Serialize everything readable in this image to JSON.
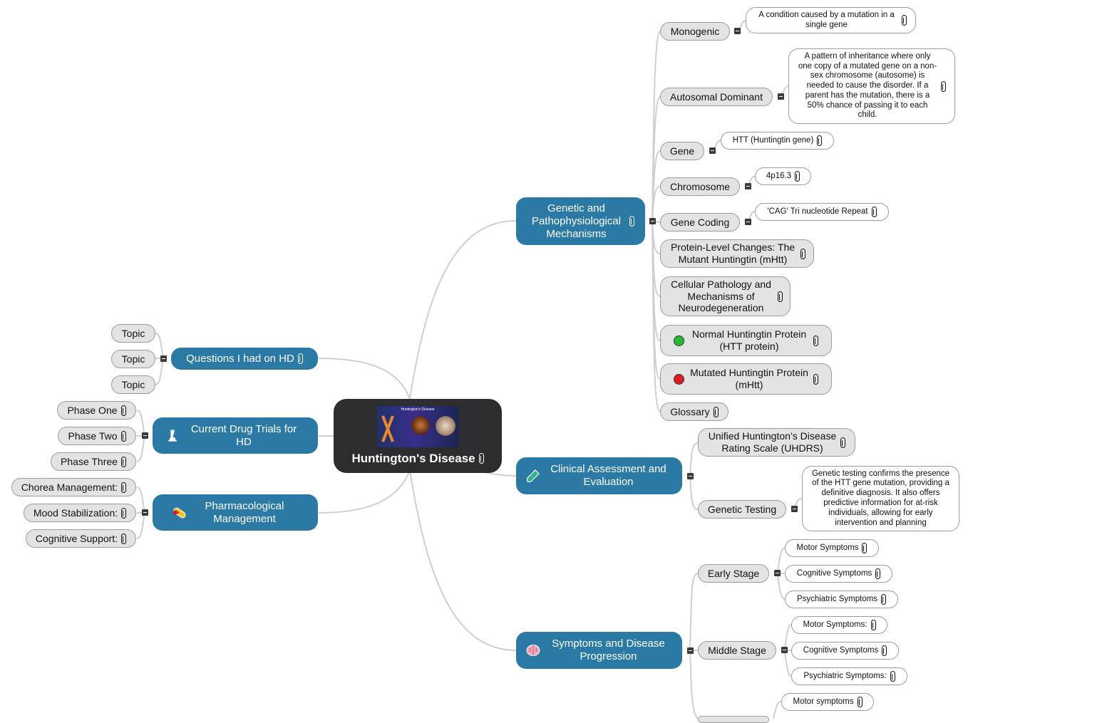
{
  "central": {
    "title": "Huntington's Disease"
  },
  "branches": {
    "genetic": {
      "label": "Genetic and Pathophysiological Mechanisms",
      "monogenic": {
        "label": "Monogenic",
        "note": "A condition caused by a mutation in a single gene"
      },
      "autosomal": {
        "label": "Autosomal Dominant",
        "note": "A pattern of inheritance where only one copy of a mutated gene on a non-sex chromosome (autosome) is needed to cause the disorder. If a parent has the mutation, there is a 50% chance of passing it to each child."
      },
      "gene": {
        "label": "Gene",
        "note": "HTT (Huntingtin gene)"
      },
      "chromosome": {
        "label": "Chromosome",
        "note": "4p16.3"
      },
      "gene_coding": {
        "label": "Gene Coding",
        "note": "'CAG' Tri nucleotide Repeat"
      },
      "protein_level": {
        "label": "Protein-Level Changes: The Mutant Huntingtin (mHtt)"
      },
      "cellular": {
        "label": "Cellular Pathology and Mechanisms of Neurodegeneration"
      },
      "normal_protein": {
        "label": "Normal Huntingtin Protein (HTT protein)",
        "marker_color": "#22bb33"
      },
      "mutated_protein": {
        "label": "Mutated Huntingtin Protein (mHtt)",
        "marker_color": "#e01b24"
      },
      "glossary": {
        "label": "Glossary"
      }
    },
    "clinical": {
      "label": "Clinical Assessment and Evaluation",
      "icon": "test-tube-icon",
      "uhdrs": {
        "label": "Unified Huntington’s Disease Rating Scale (UHDRS)"
      },
      "genetic_testing": {
        "label": "Genetic Testing",
        "note": "Genetic testing confirms the presence of the HTT gene mutation, providing a definitive diagnosis. It also offers predictive information for at-risk individuals, allowing for early intervention and planning"
      }
    },
    "symptoms": {
      "label": "Symptoms and Disease Progression",
      "icon": "brain-icon",
      "early": {
        "label": "Early Stage",
        "items": [
          "Motor Symptoms",
          "Cognitive Symptoms",
          "Psychiatric Symptoms"
        ]
      },
      "middle": {
        "label": "Middle Stage",
        "items": [
          "Motor Symptoms:",
          "Cognitive Symptoms",
          "Psychiatric Symptoms:"
        ]
      },
      "late": {
        "items": [
          "Motor symptoms"
        ]
      }
    },
    "questions": {
      "label": "Questions I had on HD",
      "topics": [
        "Topic",
        "Topic",
        "Topic"
      ]
    },
    "drug_trials": {
      "label": "Current Drug Trials for HD",
      "icon": "microscope-icon",
      "phases": [
        "Phase One",
        "Phase Two",
        "Phase Three"
      ]
    },
    "pharma": {
      "label": "Pharmacological Management",
      "icon": "pill-icon",
      "items": [
        "Chorea Management:",
        "Mood Stabilization:",
        "Cognitive Support:"
      ]
    }
  },
  "colors": {
    "main_topic": "#2a7aa5",
    "central": "#2d2d30",
    "subtopic": "#e3e3e3",
    "connector": "#c8c8c8"
  }
}
